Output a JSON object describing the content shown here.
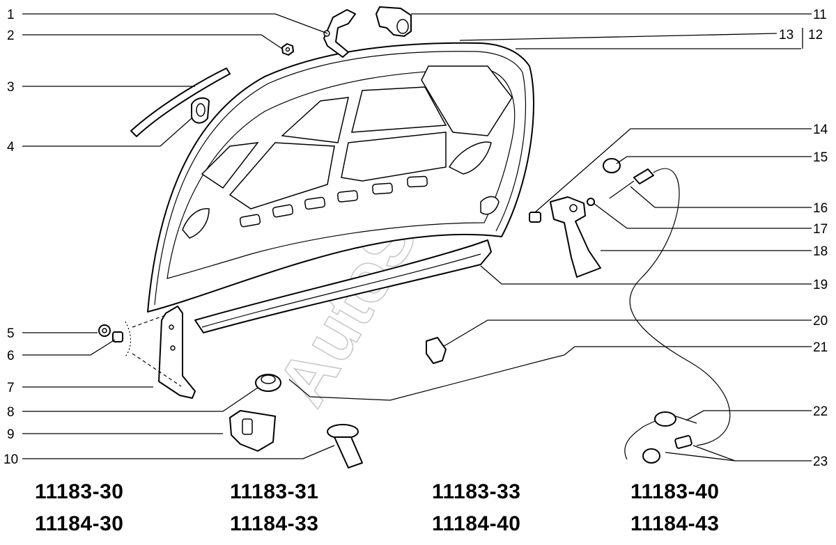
{
  "callouts_left": [
    {
      "num": "1"
    },
    {
      "num": "2"
    },
    {
      "num": "3"
    },
    {
      "num": "4"
    },
    {
      "num": "5"
    },
    {
      "num": "6"
    },
    {
      "num": "7"
    },
    {
      "num": "8"
    },
    {
      "num": "9"
    },
    {
      "num": "10"
    }
  ],
  "callouts_right": [
    {
      "num": "11"
    },
    {
      "num": "13"
    },
    {
      "num": "12"
    },
    {
      "num": "14"
    },
    {
      "num": "15"
    },
    {
      "num": "16"
    },
    {
      "num": "17"
    },
    {
      "num": "18"
    },
    {
      "num": "19"
    },
    {
      "num": "20"
    },
    {
      "num": "21"
    },
    {
      "num": "22"
    },
    {
      "num": "23"
    }
  ],
  "watermark": "AutoSoft",
  "models": [
    {
      "code": "11183-30"
    },
    {
      "code": "11183-31"
    },
    {
      "code": "11183-33"
    },
    {
      "code": "11183-40"
    },
    {
      "code": "11184-30"
    },
    {
      "code": "11184-33"
    },
    {
      "code": "11184-40"
    },
    {
      "code": "11184-43"
    }
  ]
}
